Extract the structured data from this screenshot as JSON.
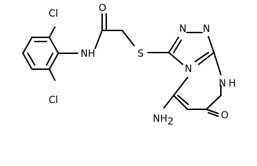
{
  "molecule": {
    "atom_labels": {
      "cl_top": "Cl",
      "cl_bottom": "Cl",
      "nh": "NH",
      "o_carbonyl": "O",
      "s": "S",
      "n_triazole_1": "N",
      "n_triazole_2": "N",
      "n_bridge": "N",
      "nh_ring": "H",
      "nh_ring_n": "N",
      "amino": "NH",
      "amino_sub": "2",
      "o_ring": "O"
    }
  }
}
